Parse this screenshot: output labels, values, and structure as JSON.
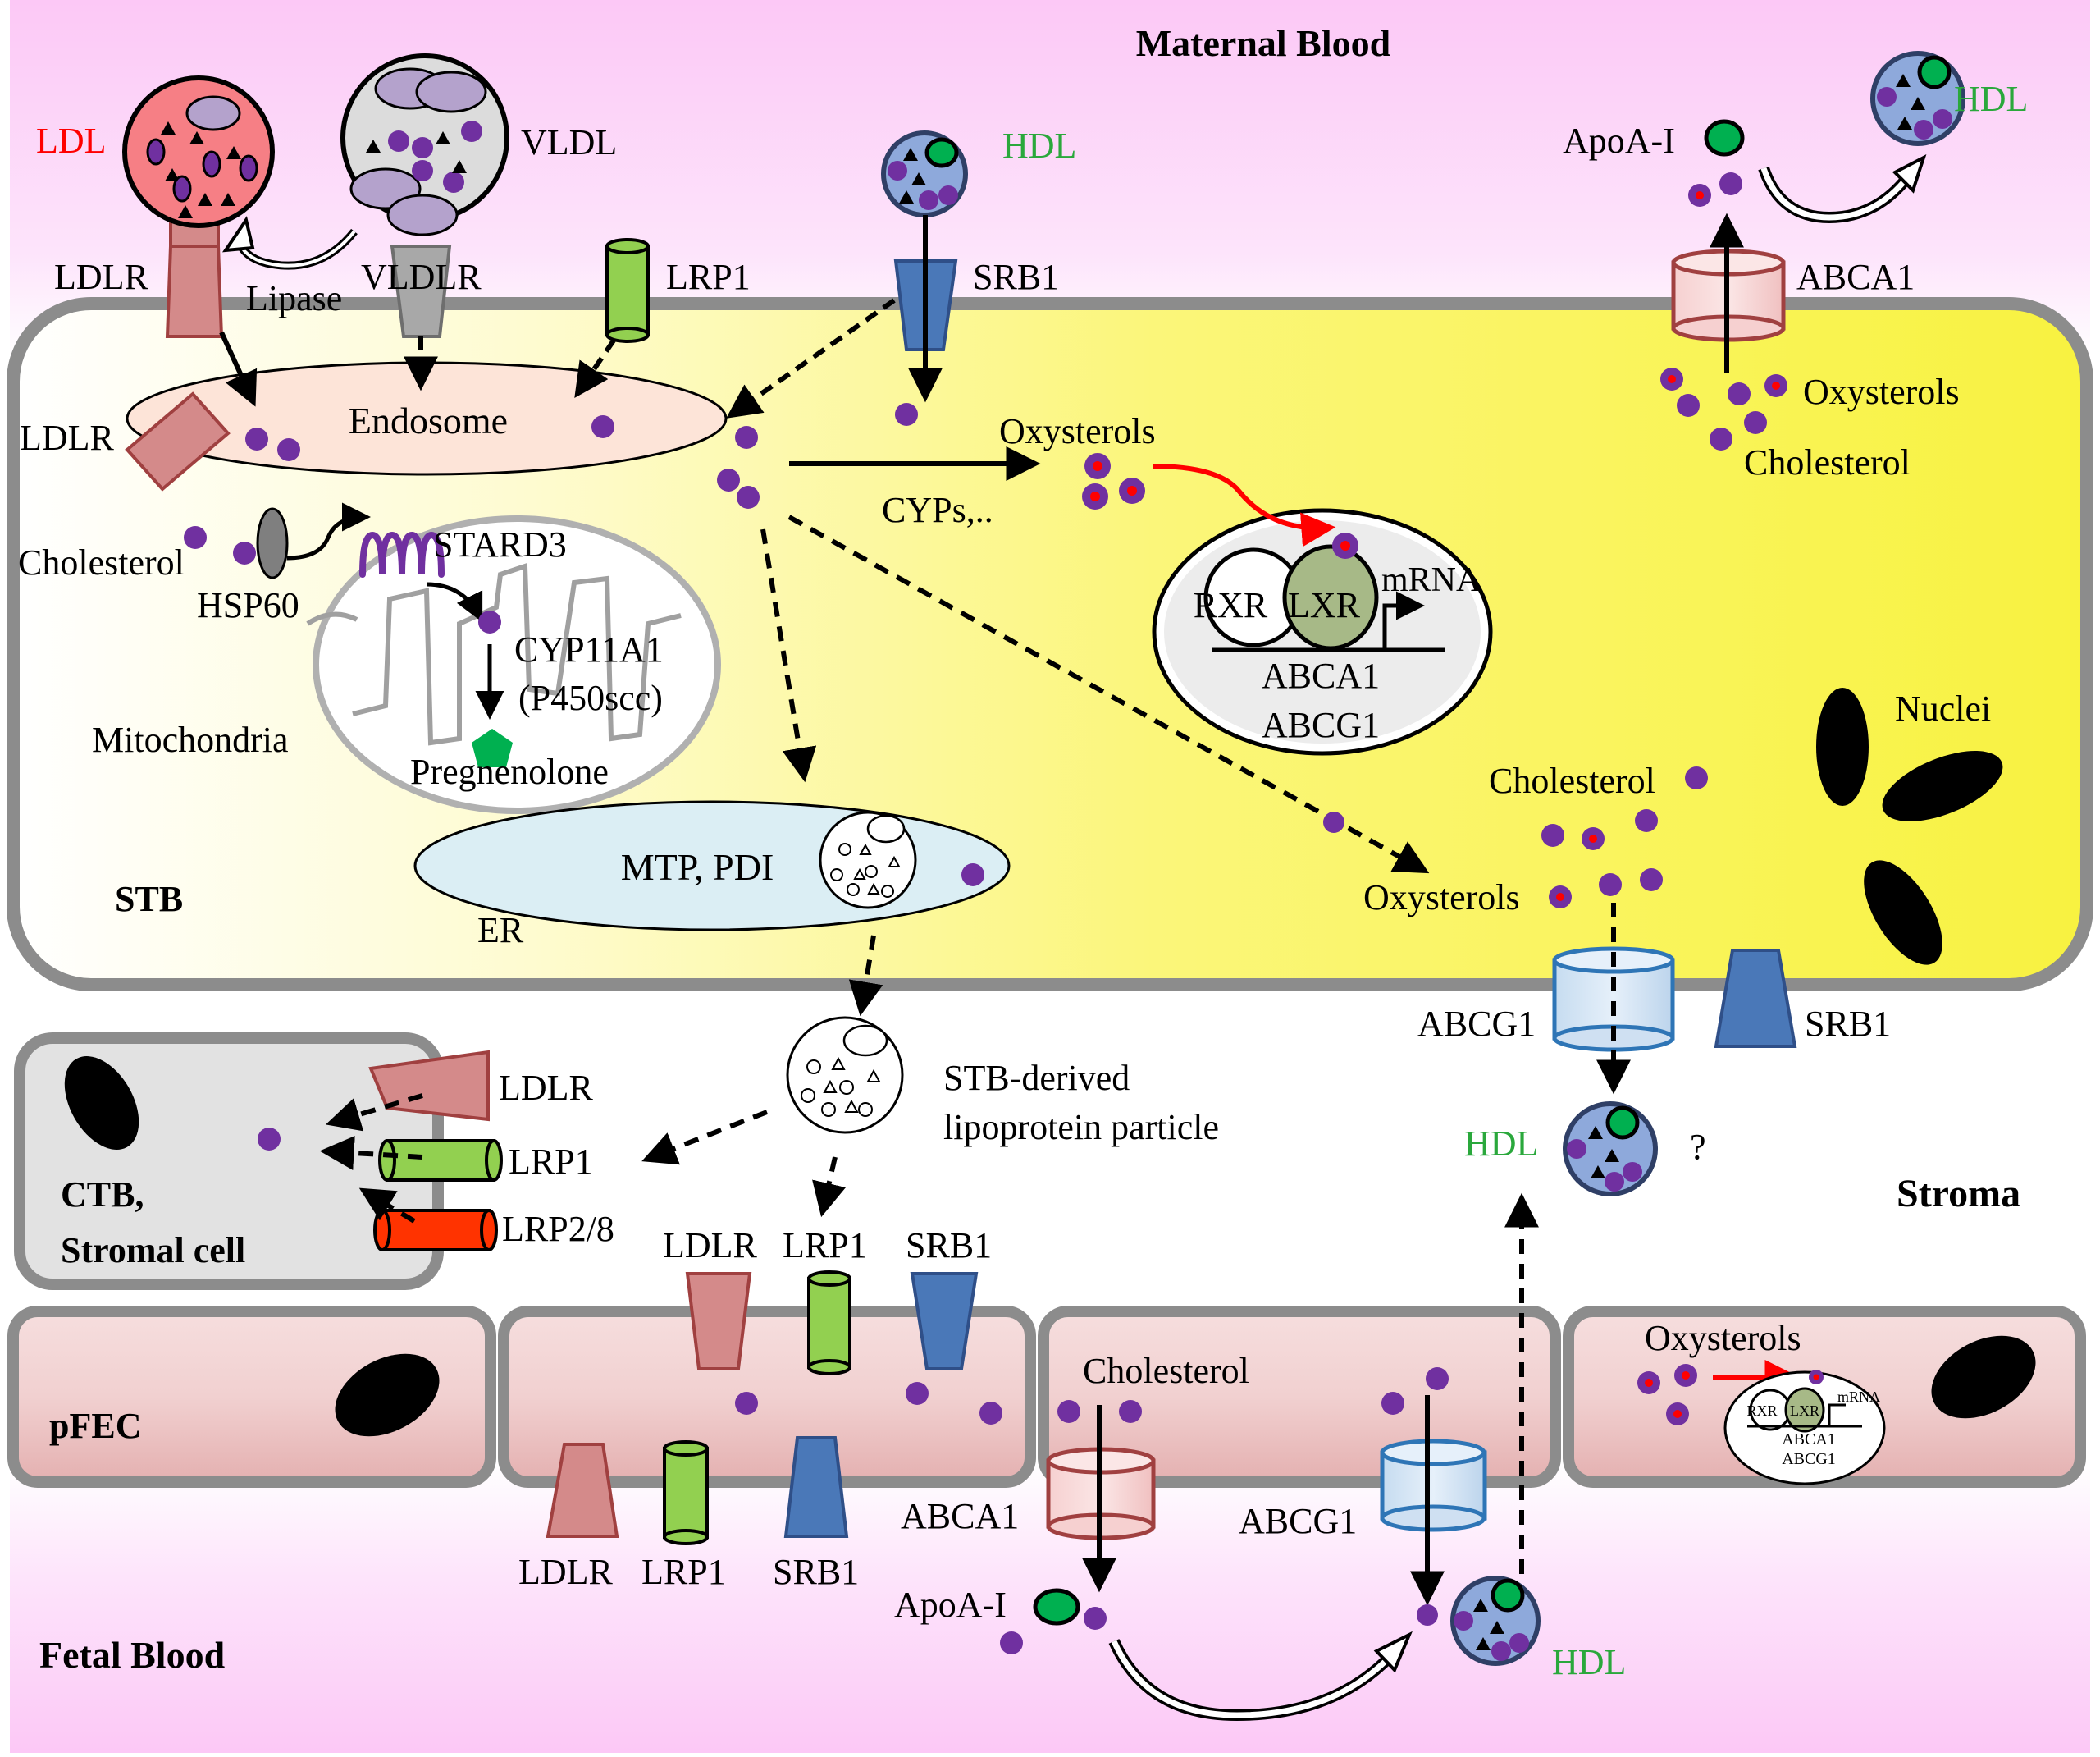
{
  "regions": {
    "maternal_blood": "Maternal Blood",
    "fetal_blood": "Fetal Blood",
    "stroma": "Stroma",
    "stb": "STB",
    "pfec": "pFEC",
    "ctb_line1": "CTB,",
    "ctb_line2": "Stromal cell"
  },
  "lipoproteins": {
    "ldl": "LDL",
    "vldl": "VLDL",
    "hdl": "HDL",
    "lipase": "Lipase",
    "stb_particle_line1": "STB-derived",
    "stb_particle_line2": "lipoprotein particle",
    "question": "?"
  },
  "receptors": {
    "ldlr": "LDLR",
    "vldlr": "VLDLR",
    "lrp1": "LRP1",
    "srb1": "SRB1",
    "abca1": "ABCA1",
    "abcg1": "ABCG1",
    "lrp28": "LRP2/8"
  },
  "molecules": {
    "apoai": "ApoA-I",
    "oxysterols": "Oxysterols",
    "cholesterol": "Cholesterol",
    "cyps": "CYPs,..",
    "hsp60": "HSP60",
    "stard3": "STARD3",
    "cyp11a1": "CYP11A1",
    "p450scc": "(P450scc)",
    "pregnenolone": "Pregnenolone"
  },
  "organelles": {
    "endosome": "Endosome",
    "mitochondria": "Mitochondria",
    "er": "ER",
    "mtp_pdi": "MTP, PDI",
    "nuclei": "Nuclei"
  },
  "nucleus": {
    "rxr": "RXR",
    "lxr": "LXR",
    "mrna": "mRNA",
    "gene1": "ABCA1",
    "gene2": "ABCG1"
  },
  "colors": {
    "maternal_band": "#fcc8f6",
    "stb_yellow": "#fbf65a",
    "cholesterol_purple": "#7030a0",
    "oxysterol_red": "#ff0000",
    "ldlr_pink": "#d48a8a",
    "lrp1_green": "#92d050",
    "srb1_blue": "#4a78b8",
    "lrp28_red": "#ff3300",
    "hdl_label_green": "#2aa83c",
    "ldl_label_red": "#ff0000",
    "pfec_fill": "#ecc4c4",
    "er_fill": "#dbeef4",
    "endosome_fill": "#fde4d8"
  }
}
